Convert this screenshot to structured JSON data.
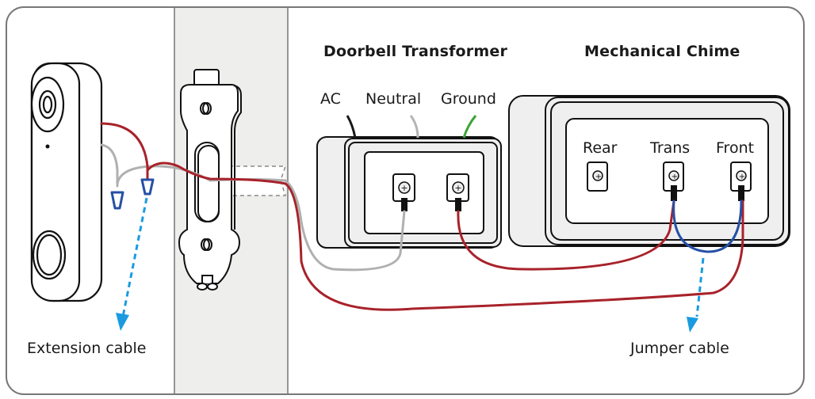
{
  "diagram": {
    "titles": {
      "transformer": "Doorbell Transformer",
      "chime": "Mechanical Chime"
    },
    "transformer_wires": [
      {
        "label": "AC",
        "color": "#1a1a1a"
      },
      {
        "label": "Neutral",
        "color": "#b4b4b4"
      },
      {
        "label": "Ground",
        "color": "#3aa535"
      }
    ],
    "chime_terminals": [
      {
        "label": "Rear",
        "connected": false
      },
      {
        "label": "Trans",
        "connected": true
      },
      {
        "label": "Front",
        "connected": true
      }
    ],
    "callouts": {
      "extension": "Extension cable",
      "jumper": "Jumper cable"
    },
    "colors": {
      "red_wire": "#a8222a",
      "grey_wire": "#b0b0b0",
      "blue_jumper": "#2650a6",
      "wire_nut": "#2650a6",
      "arrow": "#1a9be0",
      "wall": "#eeeeec",
      "device_fill": "#efefef",
      "outline": "#111111",
      "frame": "#777777"
    }
  }
}
